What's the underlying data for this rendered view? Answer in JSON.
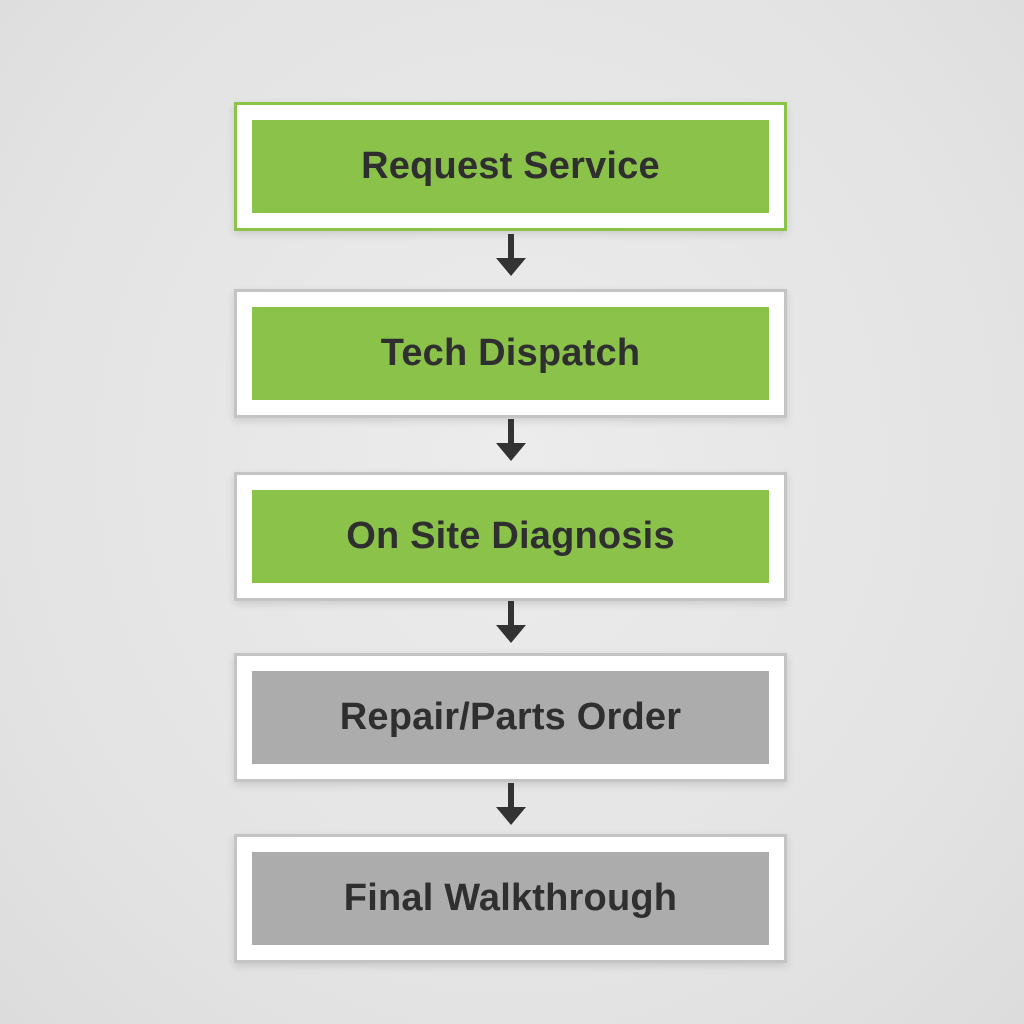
{
  "colors": {
    "complete_fill": "#8bc34a",
    "pending_fill": "#acacac",
    "active_outline": "#8bc34a",
    "default_outline": "#c4c4c4",
    "arrow": "#333333",
    "text": "#2f2f2f"
  },
  "steps": [
    {
      "label": "Request Service",
      "status": "complete"
    },
    {
      "label": "Tech Dispatch",
      "status": "complete"
    },
    {
      "label": "On Site Diagnosis",
      "status": "complete"
    },
    {
      "label": "Repair/Parts Order",
      "status": "pending"
    },
    {
      "label": "Final Walkthrough",
      "status": "pending"
    }
  ]
}
